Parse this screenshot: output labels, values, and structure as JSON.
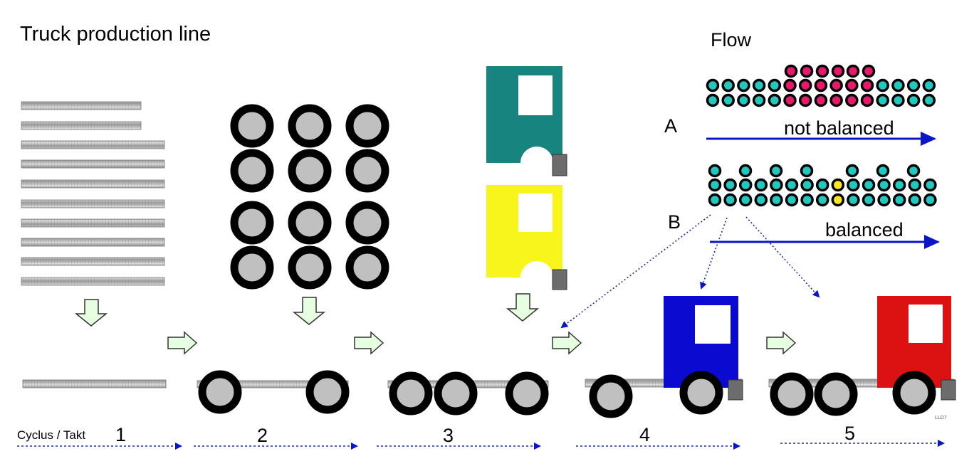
{
  "title": "Truck production line",
  "flow": {
    "heading": "Flow",
    "a_label": "A",
    "a_caption": "not balanced",
    "b_label": "B",
    "b_caption": "balanced"
  },
  "cycle_label": "Cyclus / Takt",
  "steps": [
    "1",
    "2",
    "3",
    "4",
    "5"
  ],
  "footnote": "LLD7",
  "colors": {
    "teal_cab": "#178480",
    "yellow_cab": "#f8f51c",
    "blue_cab": "#0a0ad0",
    "red_cab": "#dc1212",
    "flow_arrow": "#0a14c8",
    "pink_dot": "#e8186c",
    "cyan_dot": "#20c8c0",
    "yellow_dot": "#f6e81c",
    "green_arrow": "#e6ffe0"
  }
}
